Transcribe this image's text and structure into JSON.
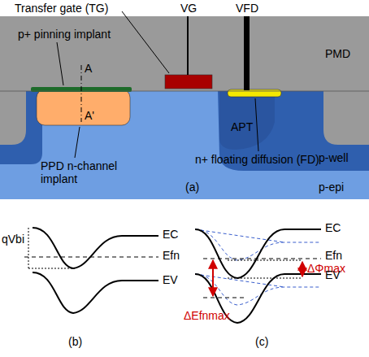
{
  "diagram": {
    "labels": [
      "Transfer gate (TG)",
      "VG",
      "VFD",
      "p+ pinning implant",
      "A",
      "PMD",
      "APT",
      "A'",
      "p-well",
      "PPD n-channel implant",
      "n+ floating diffusion (FD)",
      "(a)",
      "p-epi",
      "qVbi",
      "EC",
      "Efn",
      "EV",
      "(b)",
      "EC",
      "ΔΦmax",
      "Efn",
      "EV",
      "ΔEfnmax",
      "(c)"
    ]
  }
}
